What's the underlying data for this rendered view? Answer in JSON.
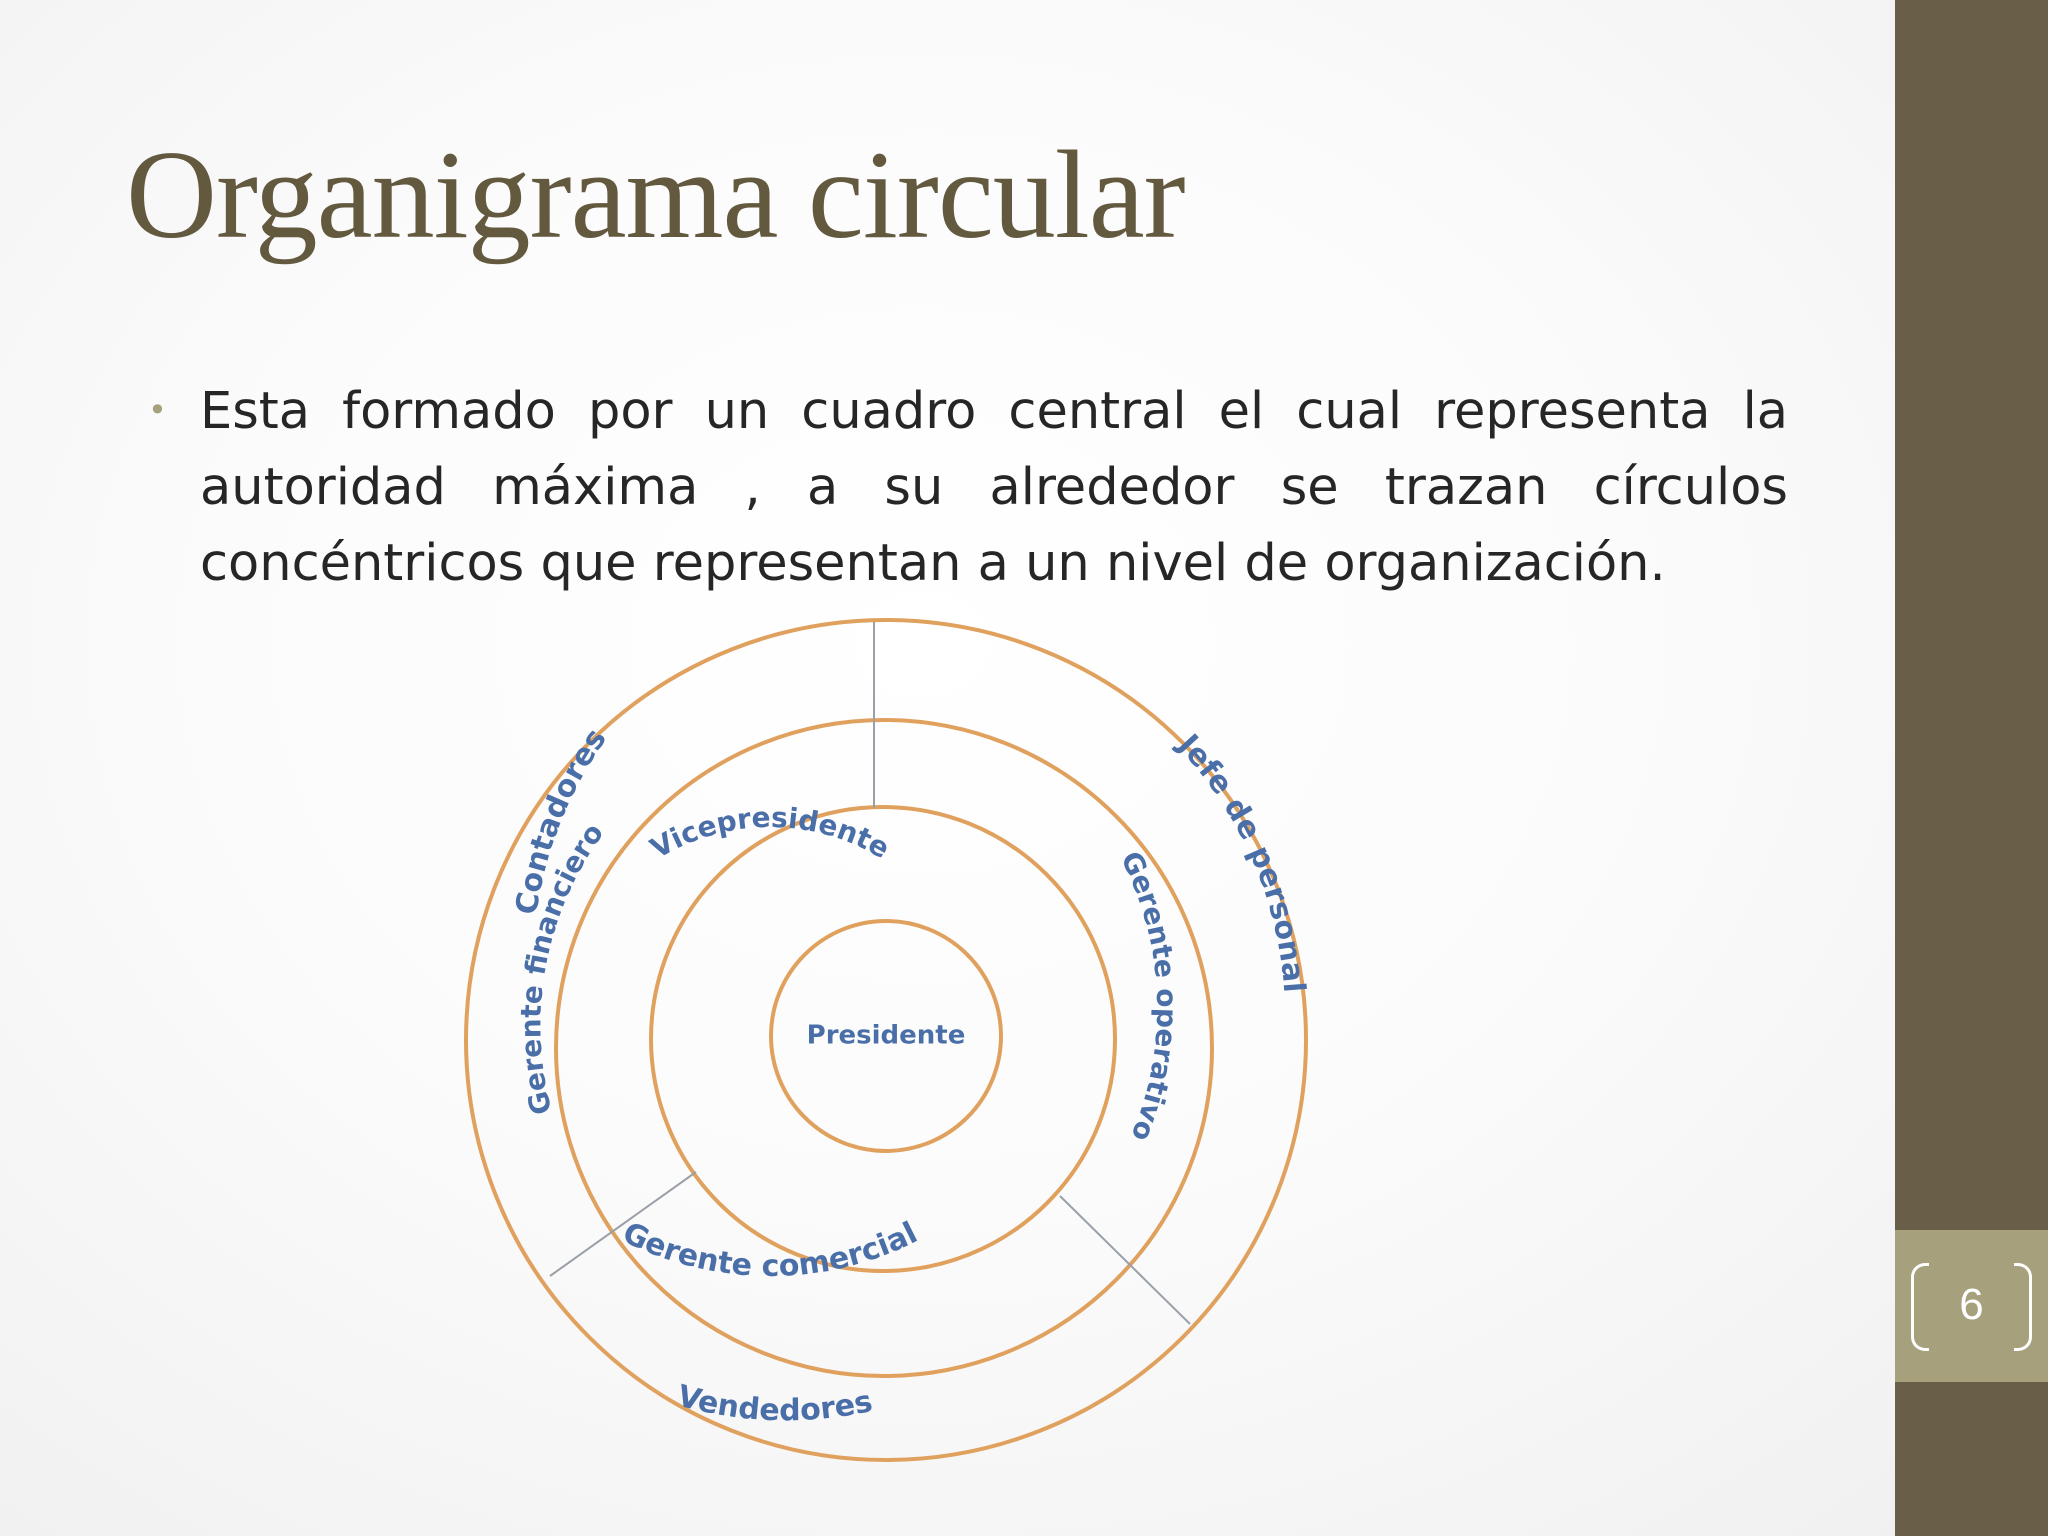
{
  "slide": {
    "title": "Organigrama circular",
    "bullet": "Esta formado por un cuadro central el cual representa la autoridad máxima , a su alrededor se trazan círculos concéntricos que representan a un nivel de organización.",
    "page_number": "6"
  },
  "diagram": {
    "center": "Presidente",
    "level1": [
      "Vicepresidente"
    ],
    "level2": [
      "Gerente financiero",
      "Gerente operativo",
      "Gerente comercial"
    ],
    "level3": [
      "Contadores",
      "Jefe de personal",
      "Vendedores"
    ]
  },
  "colors": {
    "title": "#63593f",
    "sidebar": "#695e48",
    "page_box": "#a6a07c",
    "ring": "#e0a15e",
    "label": "#4a6fa8"
  }
}
